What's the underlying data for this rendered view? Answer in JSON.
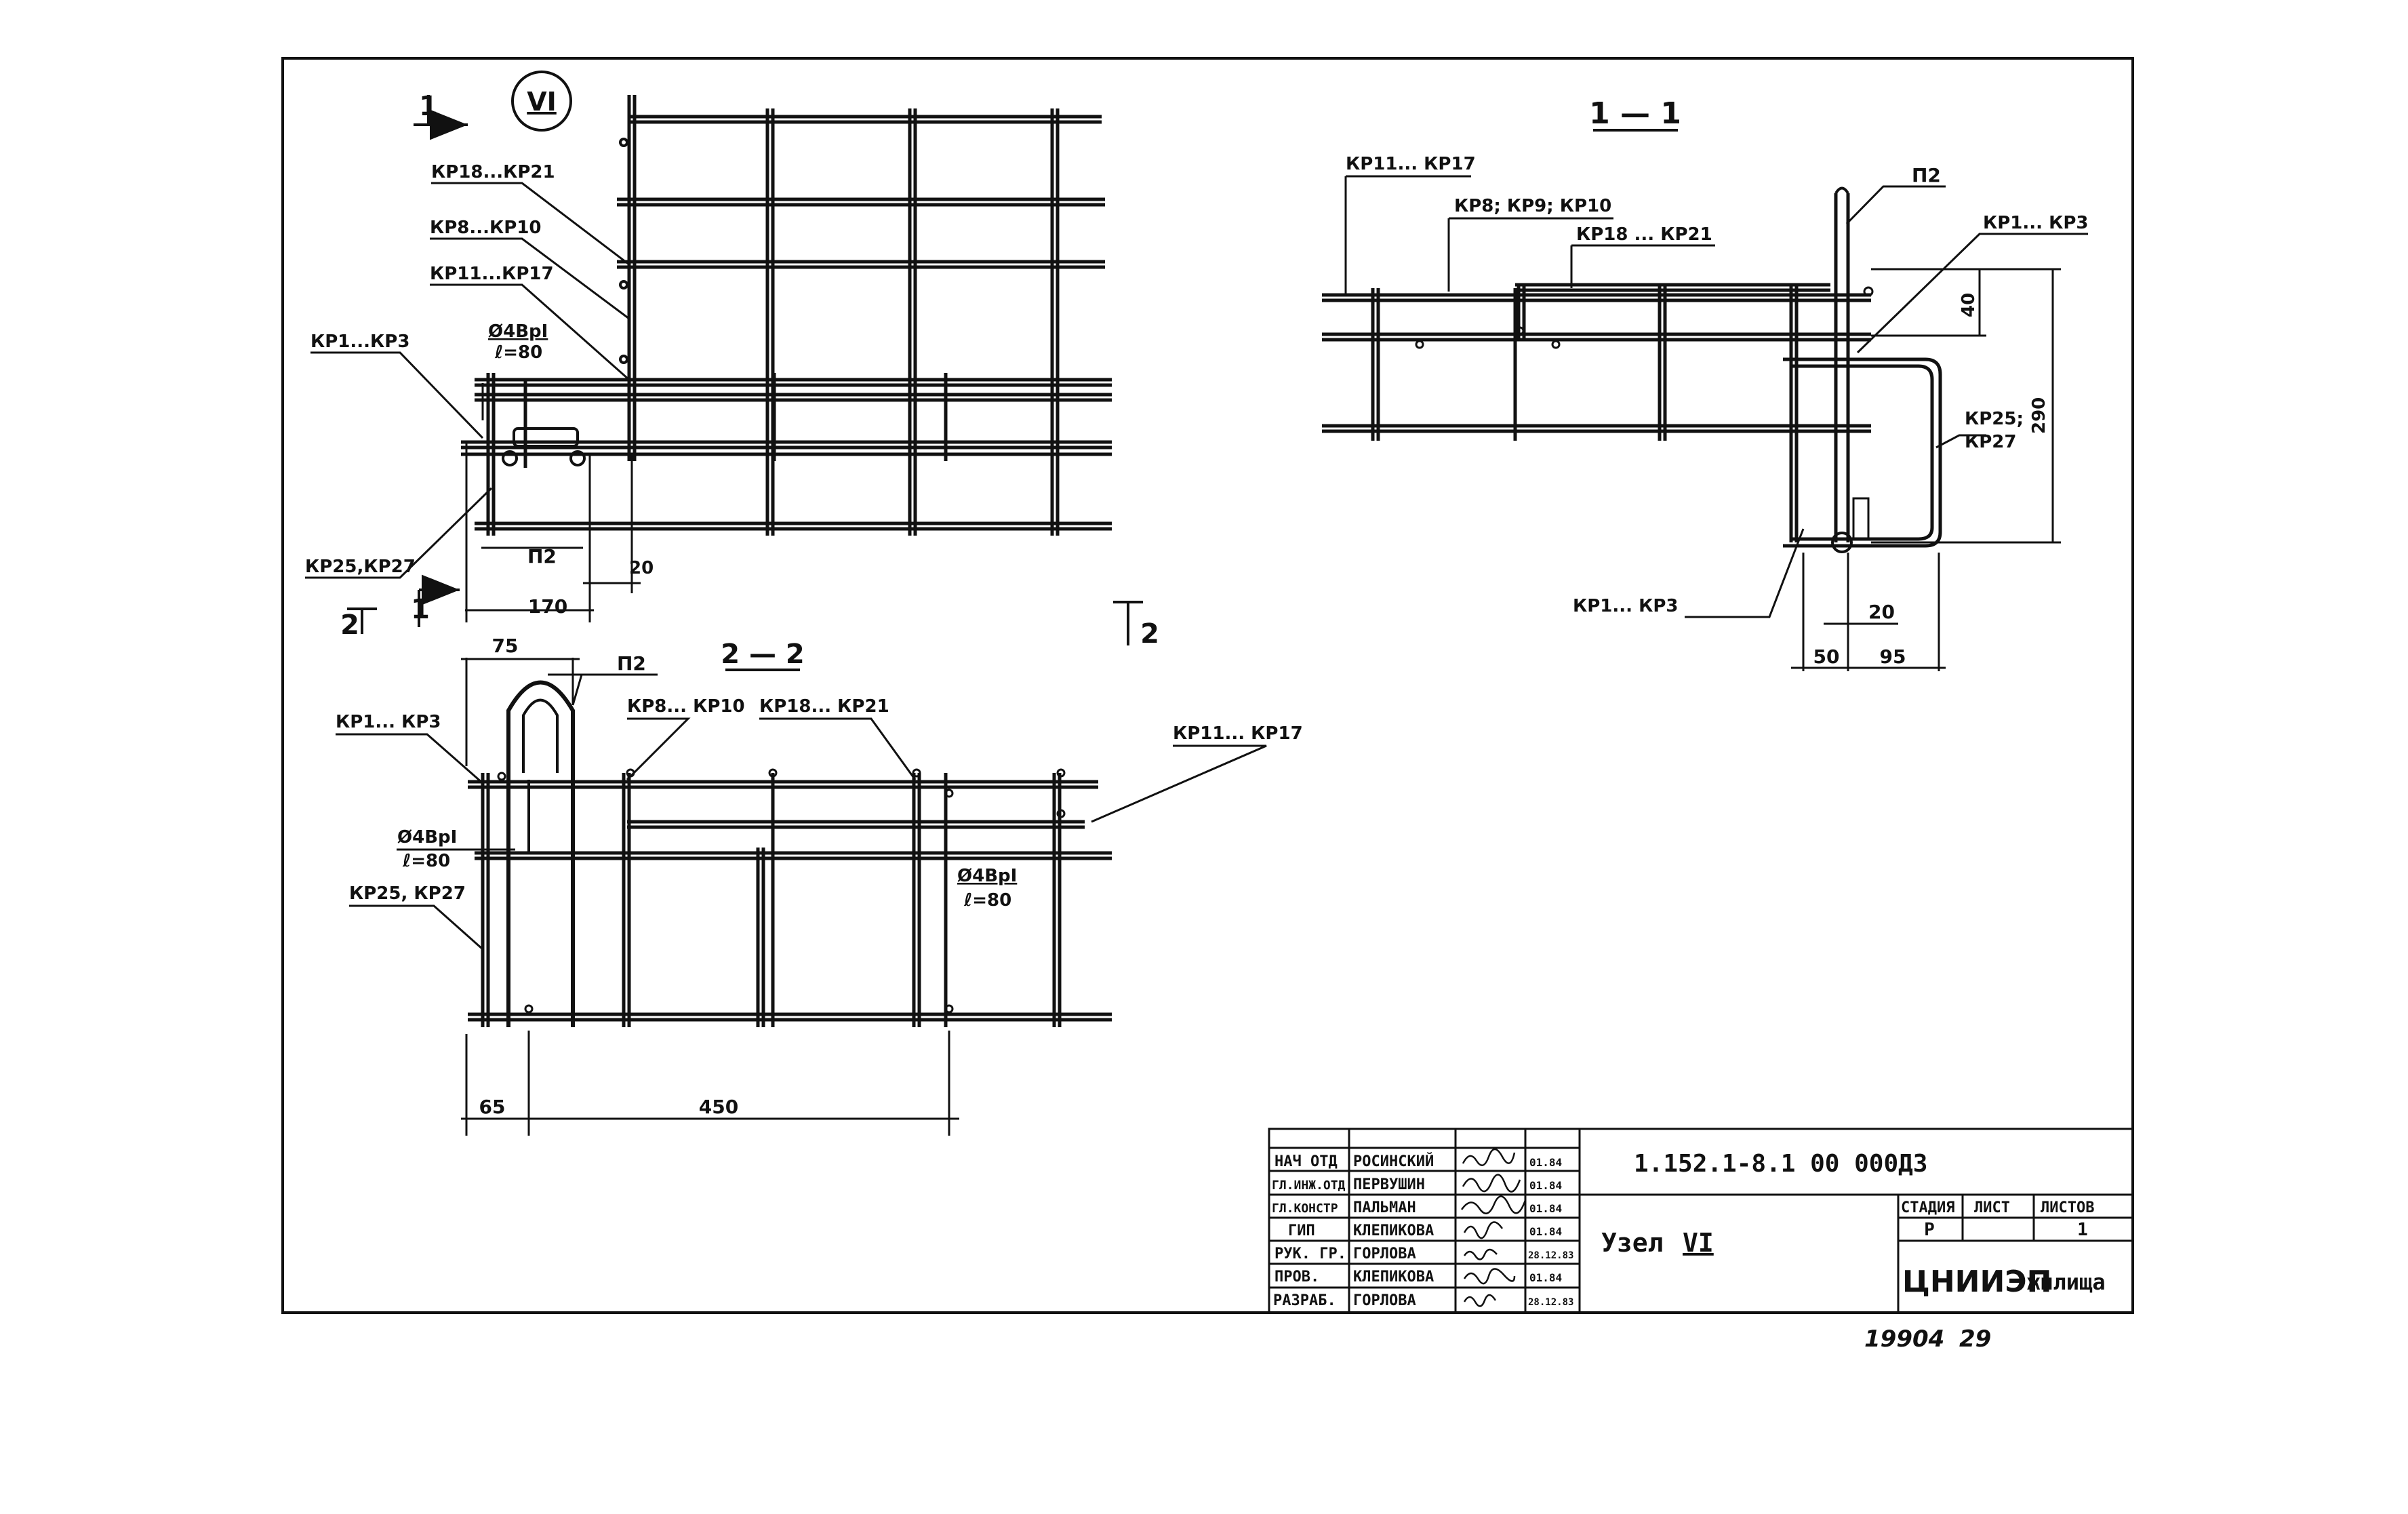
{
  "sheet_view_mark": "VI",
  "cuts": {
    "c1_top": "1",
    "c1_bottom": "1",
    "c2_bottom": "2",
    "c2_right": "2"
  },
  "plan": {
    "labels": {
      "kr18_21": "КР18...КР21",
      "kr8_10": "КР8...КР10",
      "kr11_17": "КР11...КР17",
      "kr1_3": "КР1...КР3",
      "rod_d": "Ø4ВрI",
      "rod_l": "ℓ=80",
      "kr25_27": "КР25,КР27",
      "p2": "П2"
    },
    "dims": {
      "d20": "20",
      "d170": "170"
    }
  },
  "section11": {
    "title": "1 — 1",
    "labels": {
      "kr11_17": "КР11... КР17",
      "kr8_9_10": "КР8; КР9; КР10",
      "kr18_21": "КР18 ... КР21",
      "p2": "П2",
      "kr1_3_top": "КР1... КР3",
      "kr25": "КР25;",
      "kr27": "КР27",
      "kr1_3_bottom": "КР1... КР3"
    },
    "dims": {
      "d40": "40",
      "d290": "290",
      "d20": "20",
      "d50": "50",
      "d95": "95"
    }
  },
  "section22": {
    "title": "2 — 2",
    "labels": {
      "p2": "П2",
      "kr1_3": "КР1... КР3",
      "kr8_10": "КР8... КР10",
      "kr18_21": "КР18... КР21",
      "kr11_17": "КР11... КР17",
      "rod_d_left": "Ø4ВрI",
      "rod_l_left": "ℓ=80",
      "kr25_27": "КР25, КР27",
      "rod_d_right": "Ø4ВрI",
      "rod_l_right": "ℓ=80"
    },
    "dims": {
      "d75": "75",
      "d65": "65",
      "d450": "450"
    }
  },
  "title_block": {
    "code": "1.152.1-8.1  00 000Д3",
    "node_title": "Узел",
    "node_mark": "VI",
    "stage_head": "СТАДИЯ",
    "sheet_head": "ЛИСТ",
    "sheets_head": "ЛИСТОВ",
    "stage": "Р",
    "sheets": "1",
    "org": "ЦНИИЭП",
    "org_suffix": "жилища",
    "rows": [
      {
        "role": "НАЧ ОТД",
        "name": "РОСИНСКИЙ",
        "date": "01.84"
      },
      {
        "role": "ГЛ.ИНЖ.ОТД",
        "name": "ПЕРВУШИН",
        "date": "01.84"
      },
      {
        "role": "ГЛ.КОНСТР",
        "name": "ПАЛЬМАН",
        "date": "01.84"
      },
      {
        "role": "ГИП",
        "name": "КЛЕПИКОВА",
        "date": "01.84"
      },
      {
        "role": "РУК. ГР.",
        "name": "ГОРЛОВА",
        "date": "28.12.83"
      },
      {
        "role": "ПРОВ.",
        "name": "КЛЕПИКОВА",
        "date": "01.84"
      },
      {
        "role": "РАЗРАБ.",
        "name": "ГОРЛОВА",
        "date": "28.12.83"
      }
    ]
  },
  "archive_number": "19904",
  "archive_sheet": "29"
}
